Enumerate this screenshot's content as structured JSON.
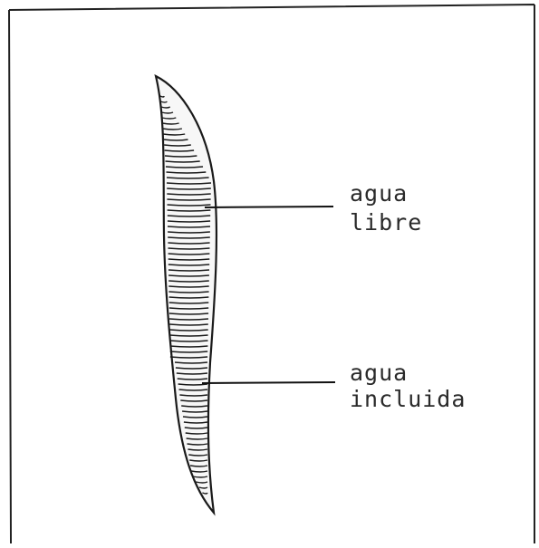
{
  "labels": {
    "free_water": {
      "line1": "agua",
      "line2": "libre"
    },
    "included_water": {
      "line1": "agua",
      "line2": "incluida"
    }
  },
  "colors": {
    "ink": "#1a1a1a",
    "paper": "#ffffff"
  }
}
